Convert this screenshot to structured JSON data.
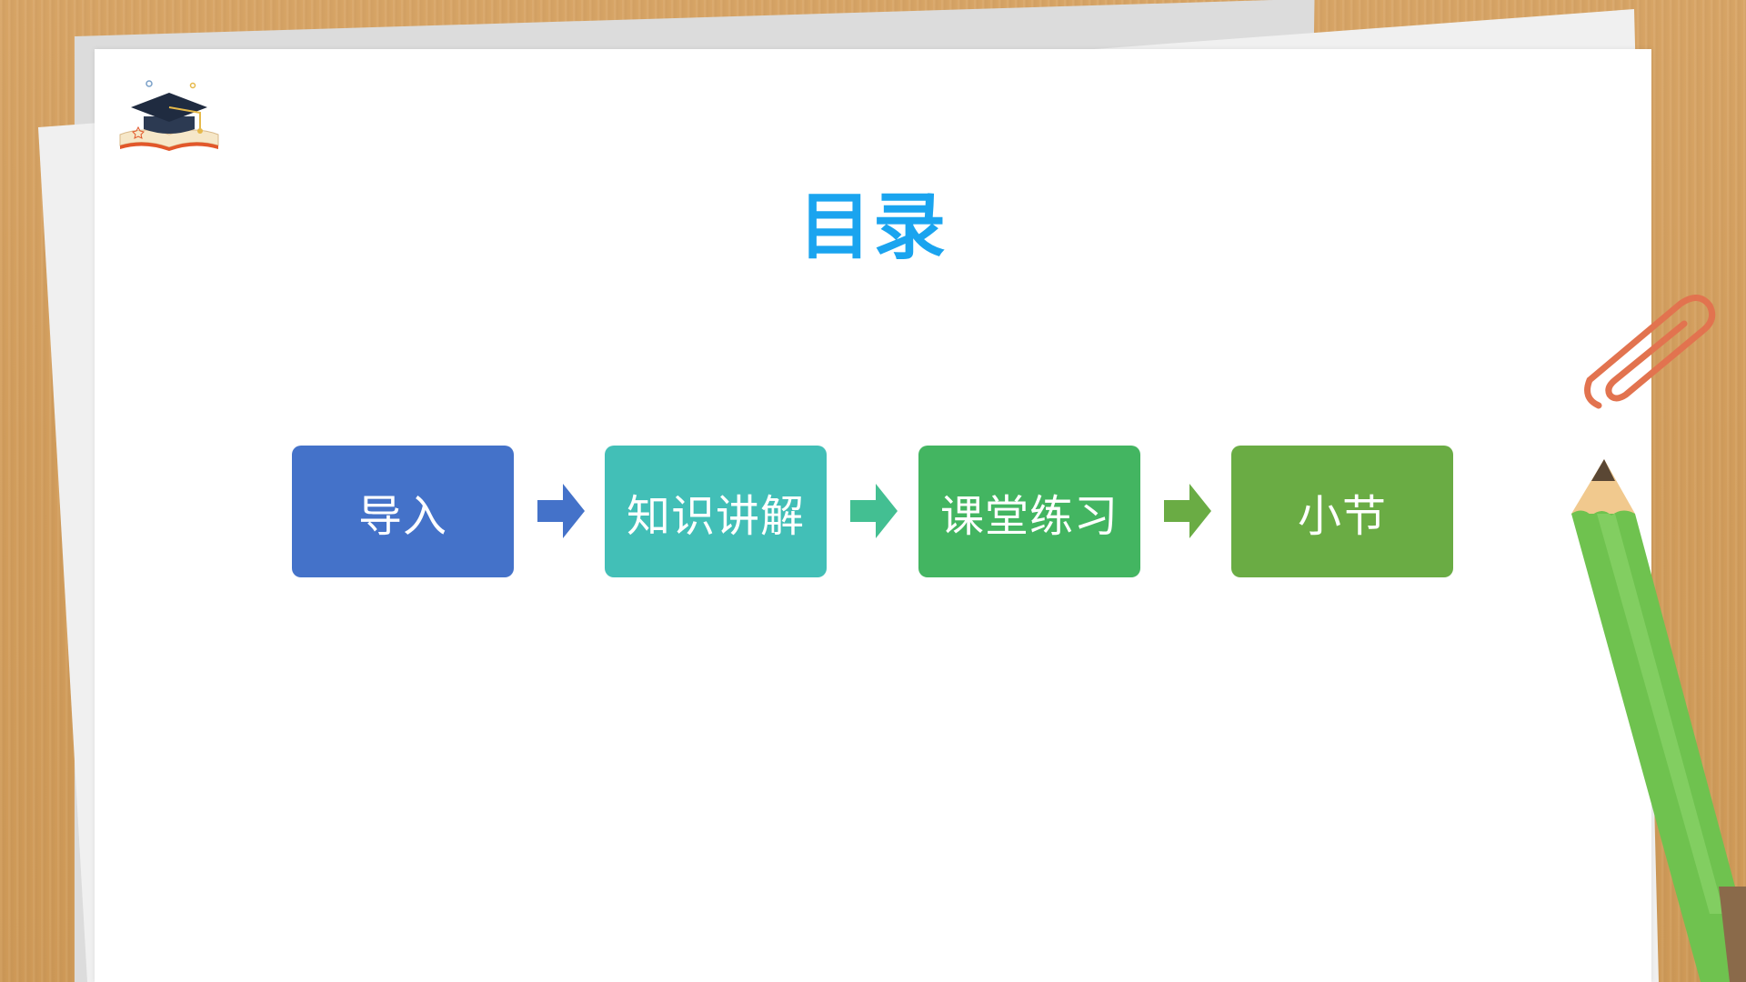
{
  "title": "目录",
  "steps": [
    {
      "label": "导入",
      "color": "#4472c9"
    },
    {
      "label": "知识讲解",
      "color": "#42bfb7"
    },
    {
      "label": "课堂练习",
      "color": "#43b561"
    },
    {
      "label": "小节",
      "color": "#6aac44"
    }
  ],
  "arrows": [
    {
      "color": "#4472c9"
    },
    {
      "color": "#43bf92"
    },
    {
      "color": "#6aac44"
    }
  ],
  "decor": {
    "logo_icon": "graduation-cap-book-icon",
    "paperclip_icon": "paperclip-icon",
    "pencil_icon": "pencil-icon"
  }
}
